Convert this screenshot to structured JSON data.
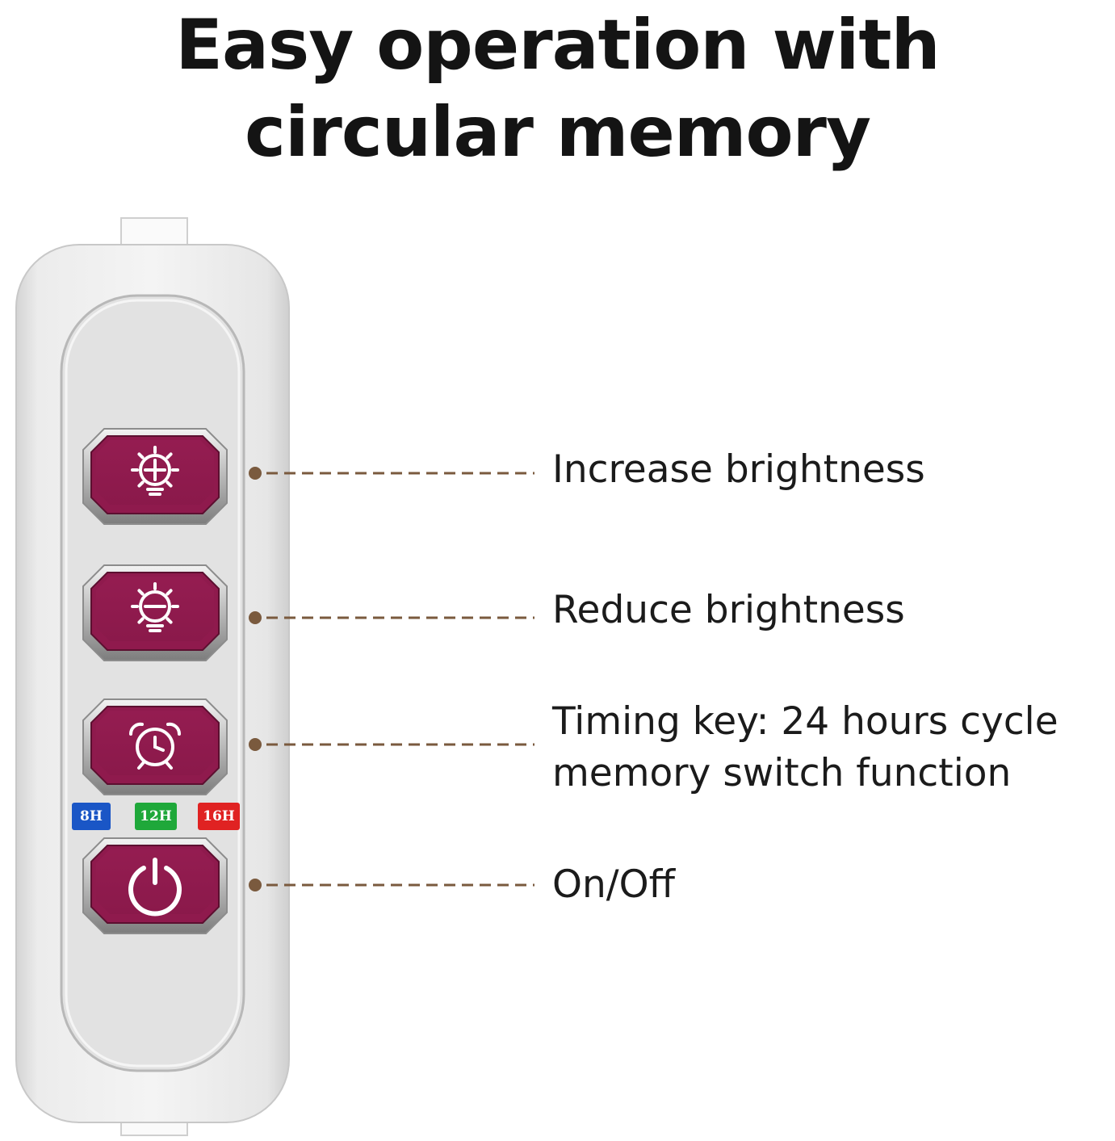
{
  "title": {
    "line1": "Easy operation with",
    "line2": "circular memory"
  },
  "remote": {
    "buttons": [
      {
        "icon": "brightness-up-icon",
        "label": "Increase brightness"
      },
      {
        "icon": "brightness-down-icon",
        "label": "Reduce brightness"
      },
      {
        "icon": "alarm-clock-icon",
        "label_line1": "Timing key: 24 hours cycle",
        "label_line2": "memory switch function"
      },
      {
        "icon": "power-icon",
        "label": "On/Off"
      }
    ],
    "timer_tags": [
      {
        "text": "8H",
        "color": "#1a56c6"
      },
      {
        "text": "12H",
        "color": "#1fa83a"
      },
      {
        "text": "16H",
        "color": "#e02222"
      }
    ],
    "button_color": "#8f1a4d",
    "leader_color": "#7a5a3e"
  }
}
